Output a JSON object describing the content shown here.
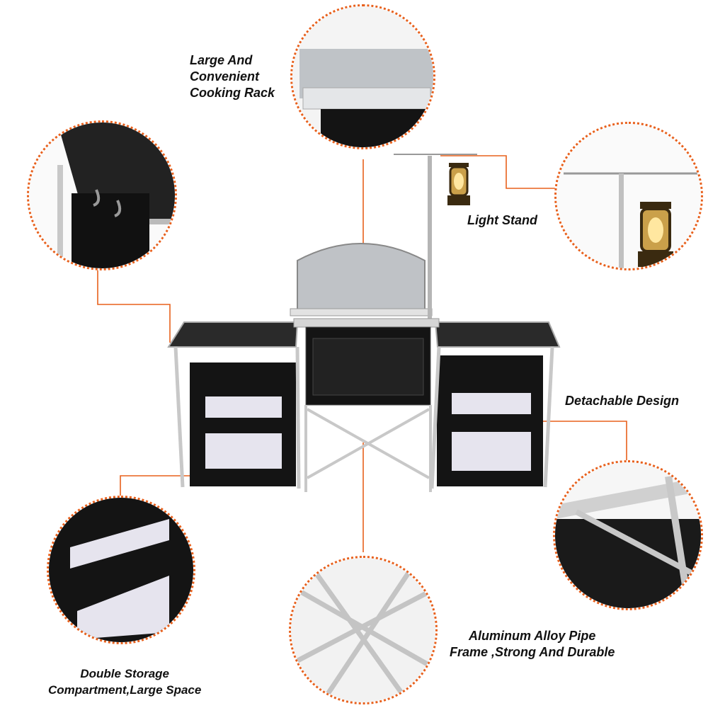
{
  "labels": {
    "cooking_rack": [
      "Large And",
      "Convenient",
      "Cooking Rack"
    ],
    "light_stand": "Light  Stand",
    "detachable": "Detachable Design",
    "aluminum": [
      "Aluminum Alloy Pipe",
      "Frame ,Strong And Durable"
    ],
    "storage": [
      "Double Storage",
      "Compartment,Large Space"
    ]
  },
  "colors": {
    "accent": "#e8601c",
    "fabric": "#141414",
    "aluminum": "#c8c8c8",
    "tabletop": "#2a2a2a",
    "shelf": "#e6e4ee"
  },
  "icons": [
    "lantern-icon"
  ]
}
